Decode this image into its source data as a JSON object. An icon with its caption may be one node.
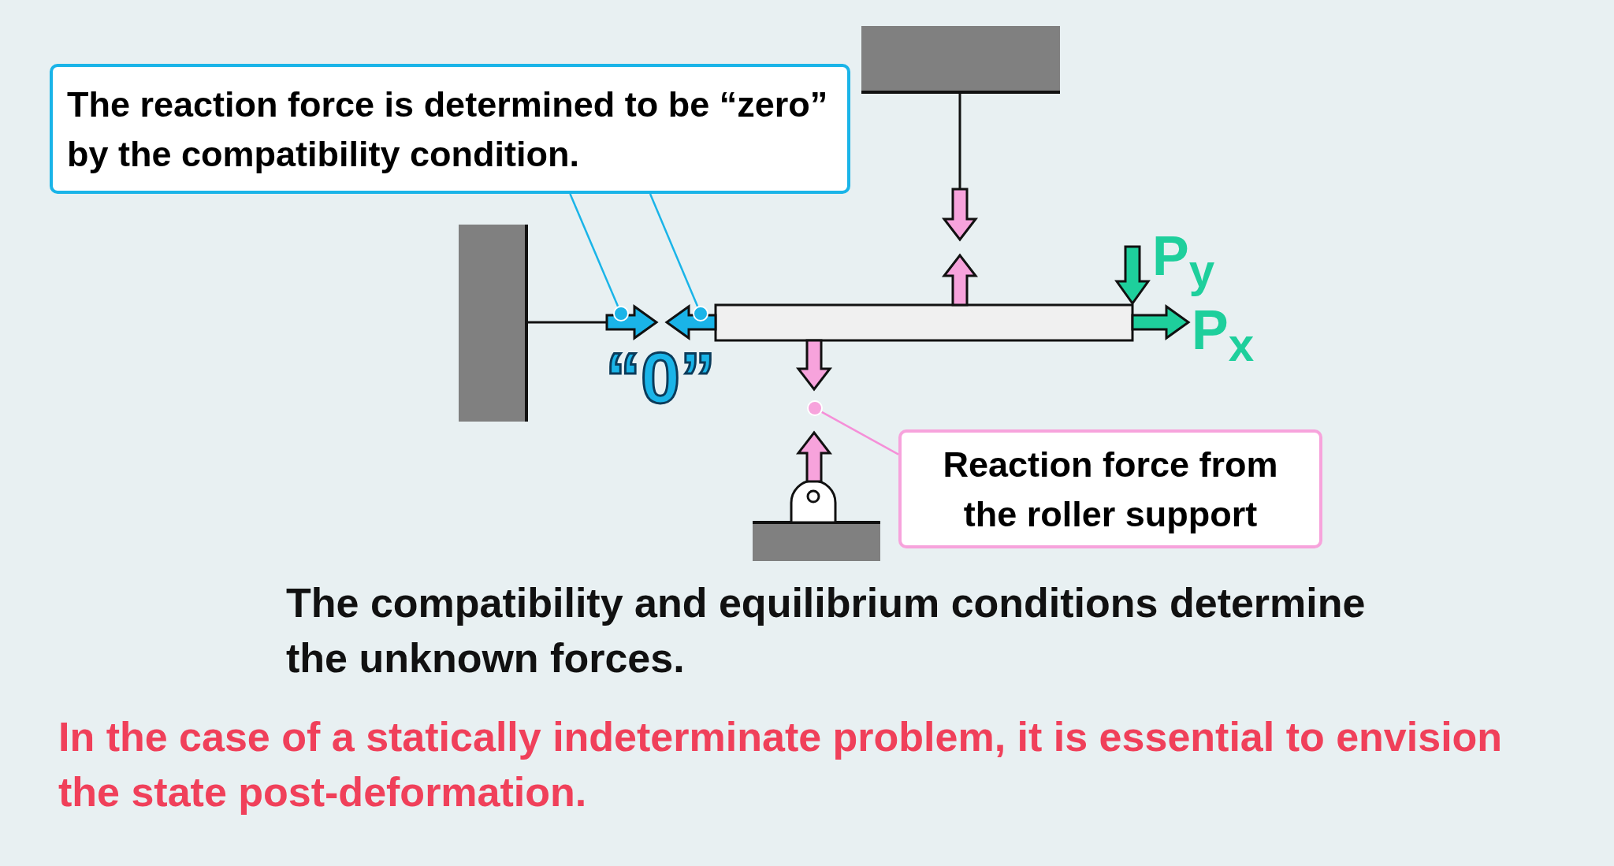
{
  "diagram": {
    "nodes": [
      {
        "text": [
          "The reaction force is determined to be “zero” by the compatibility condition."
        ]
      },
      {
        "text": [],
        "shape": "circle"
      },
      {
        "text": [],
        "shape": "circle"
      },
      {
        "text": [
          "Reaction force from the roller support"
        ]
      },
      {
        "text": [],
        "shape": "circle"
      }
    ],
    "edges": [
      {
        "from": 0,
        "to": 1,
        "arrow": "none",
        "color": "#1ab4e8"
      },
      {
        "from": 0,
        "to": 2,
        "arrow": "none",
        "color": "#1ab4e8"
      },
      {
        "from": 3,
        "to": 4,
        "arrow": "none",
        "color": "#f58fd8"
      }
    ],
    "labels": [
      "P$_{y}$",
      "P$_{x}$",
      "“0”",
      "The compatibility and equilibrium conditions determine the unknown forces.",
      "In the case of a statically indeterminate problem, it is essential to envision the state post-deformation."
    ]
  }
}
